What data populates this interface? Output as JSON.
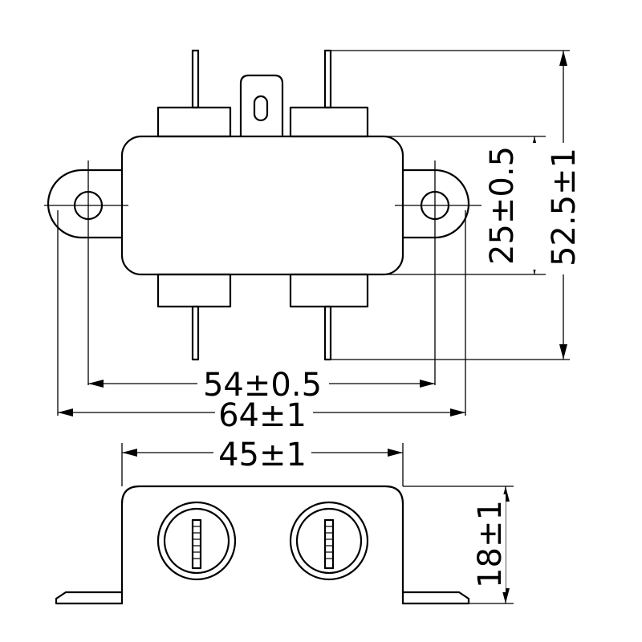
{
  "dimensions": {
    "height_total": "52.5±1",
    "body_height": "25±0.5",
    "hole_spacing": "54±0.5",
    "overall_width": "64±1",
    "base_width": "45±1",
    "base_height": "18±1"
  }
}
